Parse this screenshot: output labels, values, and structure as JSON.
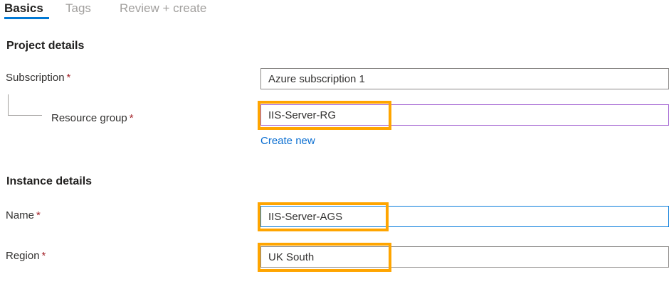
{
  "tabs": [
    {
      "label": "Basics",
      "state": "active"
    },
    {
      "label": "Tags",
      "state": "inactive"
    },
    {
      "label": "Review + create",
      "state": "inactive"
    }
  ],
  "sections": {
    "project": {
      "heading": "Project details",
      "fields": {
        "subscription": {
          "label": "Subscription",
          "required_marker": "*",
          "value": "Azure subscription 1"
        },
        "resource_group": {
          "label": "Resource group",
          "required_marker": "*",
          "value": "IIS-Server-RG",
          "create_new_link": "Create new"
        }
      }
    },
    "instance": {
      "heading": "Instance details",
      "fields": {
        "name": {
          "label": "Name",
          "required_marker": "*",
          "value": "IIS-Server-AGS"
        },
        "region": {
          "label": "Region",
          "required_marker": "*",
          "value": "UK South"
        }
      }
    }
  },
  "colors": {
    "tab_active_underline": "#0078d4",
    "tab_active_text": "#201f1e",
    "tab_inactive_text": "#a19f9d",
    "required_asterisk": "#a4262c",
    "link": "#0a6ed1",
    "annotation_highlight": "#ffa500",
    "field_border_default": "#8a8886",
    "field_border_resource_group": "#a05ed0",
    "field_border_name": "#0a7ddb",
    "body_text": "#323130"
  }
}
